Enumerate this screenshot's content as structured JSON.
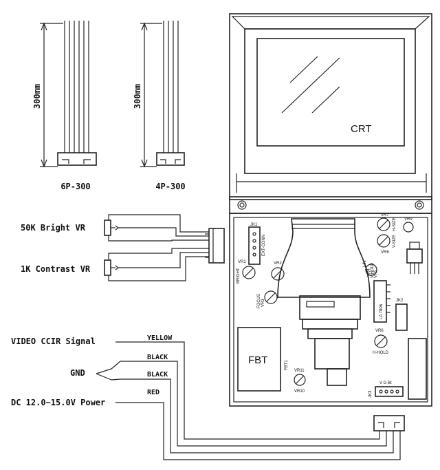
{
  "cables": {
    "left": {
      "length_label": "300mm",
      "name": "6P-300"
    },
    "right": {
      "length_label": "300mm",
      "name": "4P-300"
    }
  },
  "controls": {
    "bright": "50K Bright VR",
    "contrast": "1K Contrast VR"
  },
  "signals": {
    "video": "VIDEO CCIR Signal",
    "gnd": "GND",
    "power": "DC 12.0~15.0V Power"
  },
  "wires": {
    "yellow": "YELLOW",
    "black1": "BLACK",
    "black2": "BLACK",
    "red": "RED"
  },
  "board": {
    "crt": "CRT",
    "fbt": "FBT",
    "ic": "LA 7806",
    "labels": {
      "jk1": "JK1",
      "ext_conn": "EXT-CONN",
      "vr1": "VR1",
      "bright": "BRIGHT",
      "vr2": "VR2",
      "vr3": "VR3",
      "focus": "FOCUS",
      "vr4": "VR4",
      "vr5": "VR5",
      "vr6": "VR6",
      "vr7": "VR7",
      "vr8": "VR8",
      "vr9": "VR9",
      "vr10": "VR10",
      "vr11": "VR11",
      "hhold": "H-HOLD",
      "vhold": "V-HOLD",
      "lin": "LIN",
      "vsize": "V-SIZE",
      "hsize": "H-SIZE",
      "fbt1": "FBT1",
      "jk2": "JK2",
      "jk3": "JK3",
      "pins": "V G Bt"
    }
  }
}
